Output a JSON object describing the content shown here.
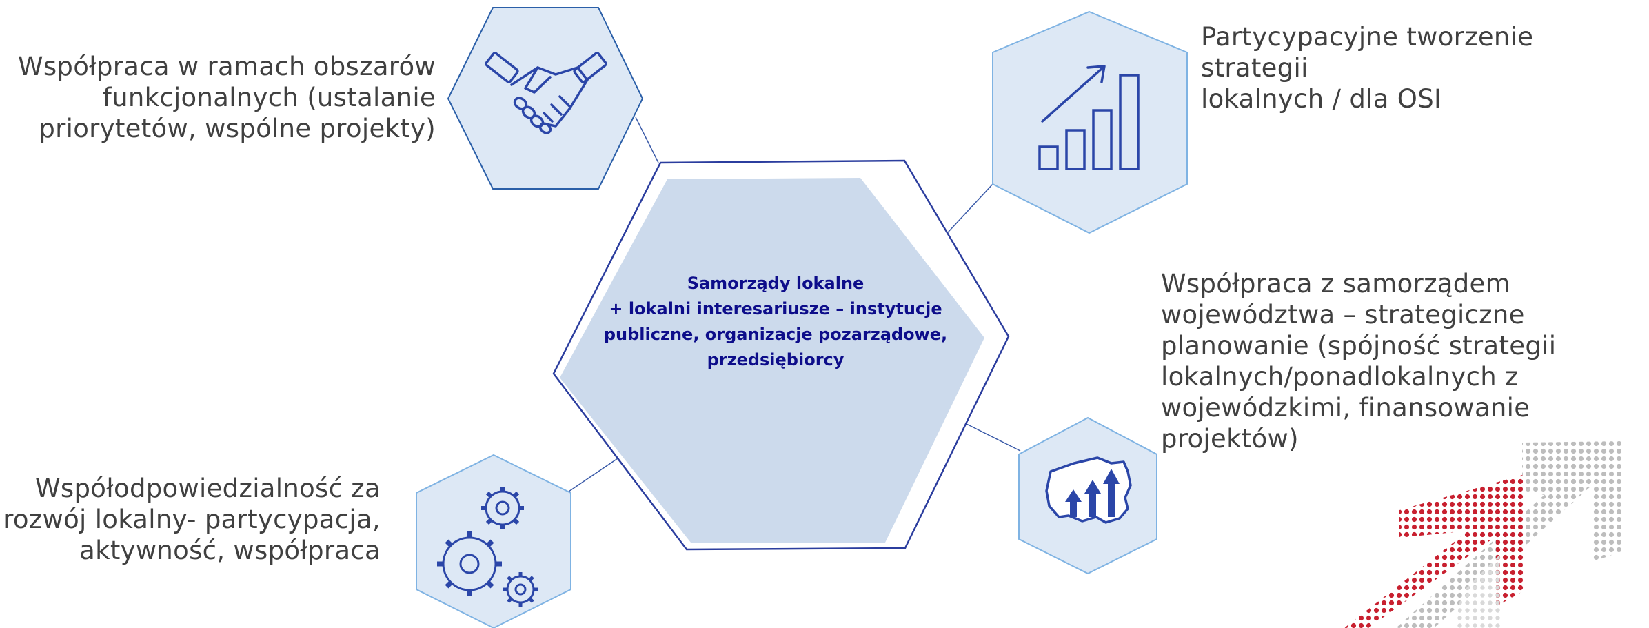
{
  "center": {
    "lines": [
      "Samorządy lokalne",
      "+ lokalni interesariusze – instytucje",
      "publiczne, organizacje pozarządowe,",
      "przedsiębiorcy"
    ]
  },
  "nodes": {
    "top_left": {
      "icon": "handshake-icon",
      "lines": [
        "Współpraca w ramach obszarów",
        "funkcjonalnych (ustalanie",
        "priorytetów, wspólne projekty)"
      ]
    },
    "top_right": {
      "icon": "growth-chart-icon",
      "lines": [
        "Partycypacyjne tworzenie strategii",
        "lokalnych / dla OSI"
      ]
    },
    "mid_right": {
      "icon": "poland-map-arrows-icon",
      "lines": [
        "Współpraca z samorządem",
        "województwa – strategiczne",
        "planowanie (spójność strategii",
        "lokalnych/ponadlokalnych z",
        "wojewódzkimi, finansowanie",
        "projektów)"
      ]
    },
    "bottom_left": {
      "icon": "gears-icon",
      "lines": [
        "Współodpowiedzialność za",
        "rozwój lokalny- partycypacja,",
        "aktywność, współpraca"
      ]
    }
  },
  "colors": {
    "hex_fill": "#dde8f5",
    "hex_stroke_light": "#7fb3e3",
    "hex_stroke_dark": "#2b3d9e",
    "center_fill": "#ccdaec",
    "icon_color": "#2b46a8",
    "text_color": "#404040",
    "center_text": "#0d0d8a",
    "decor_red": "#c8202f",
    "decor_grey": "#bdbdbd"
  }
}
